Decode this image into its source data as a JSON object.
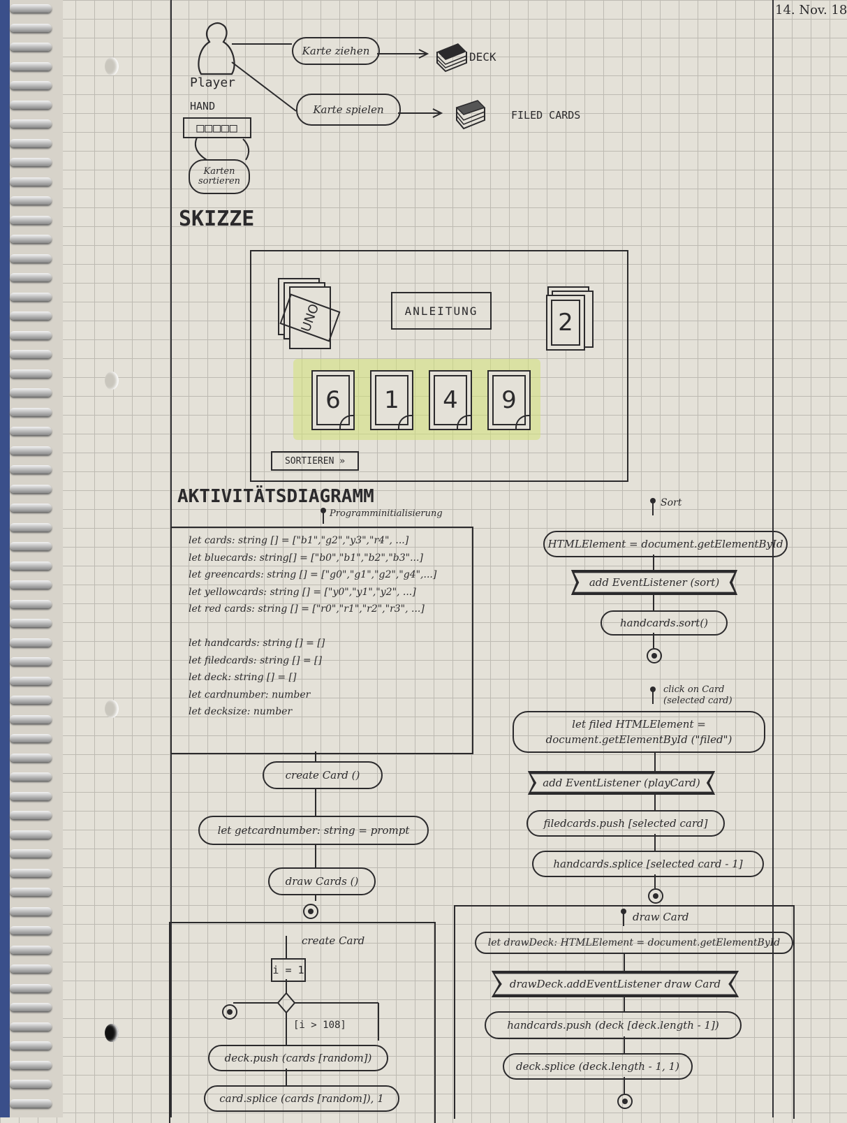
{
  "date": "14. Nov. 18",
  "usecase": {
    "actor": "Player",
    "hand_label": "HAND",
    "hand_cells": "□□□□□",
    "draw_action": "Karte ziehen",
    "play_action": "Karte spielen",
    "sort_action": "Karten sortieren",
    "deck_label": "DECK",
    "filed_label": "FILED CARDS"
  },
  "sketch": {
    "heading": "SKIZZE",
    "deck_text": "UNO",
    "instructions_button": "ANLEITUNG",
    "filed_card_value": "2",
    "hand_cards": [
      "6",
      "1",
      "4",
      "9"
    ],
    "sort_button": "SORTIEREN »"
  },
  "activity": {
    "heading": "AKTIVITÄTSDIAGRAMM",
    "init_label": "Programminitialisierung",
    "declarations": [
      "let cards: string [] = [\"b1\",\"g2\",\"y3\",\"r4\", ...]",
      "let bluecards: string[] = [\"b0\",\"b1\",\"b2\",\"b3\"...]",
      "let greencards: string [] = [\"g0\",\"g1\",\"g2\",\"g4\",...]",
      "let yellowcards: string [] = [\"y0\",\"y1\",\"y2\", ...]",
      "let red cards: string [] = [\"r0\",\"r1\",\"r2\",\"r3\", ...]",
      "",
      "let handcards: string [] = []",
      "let filedcards: string [] = []",
      "let deck: string [] = []",
      "let cardnumber: number",
      "let decksize: number"
    ],
    "main_flow": [
      "create Card ()",
      "let getcardnumber: string = prompt",
      "draw Cards ()"
    ],
    "create_card": {
      "label": "create Card",
      "init": "i = 1",
      "guard": "[i > 108]",
      "steps": [
        "deck.push (cards [random])",
        "card.splice (cards [random]), 1"
      ]
    },
    "sort": {
      "label": "Sort",
      "steps": [
        "HTMLElement = document.getElementById",
        "add EventListener (sort)",
        "handcards.sort()"
      ]
    },
    "click": {
      "label": "click on Card (selected card)",
      "steps": [
        "let filed HTMLElement = document.getElementById (\"filed\")",
        "add EventListener (playCard)",
        "filedcards.push [selected card]",
        "handcards.splice [selected card - 1]"
      ]
    },
    "draw": {
      "label": "draw Card",
      "steps": [
        "let drawDeck: HTMLElement = document.getElementById",
        "drawDeck.addEventListener draw Card",
        "handcards.push (deck [deck.length - 1])",
        "deck.splice (deck.length - 1, 1)"
      ]
    }
  }
}
